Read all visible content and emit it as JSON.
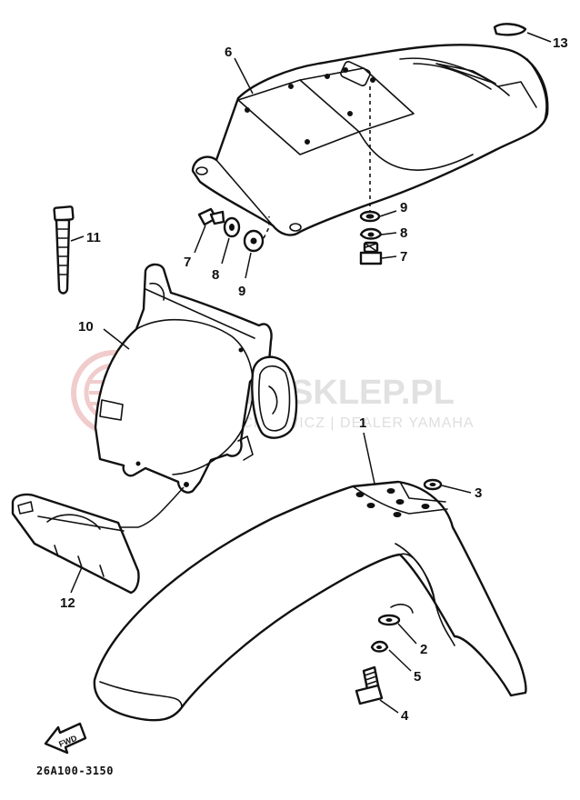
{
  "watermark": {
    "title": "YAMA-SKLEP.PL",
    "subtitle": "WOJCIECH ...WICZ | DEALER YAMAHA",
    "color": "#e3a1a1"
  },
  "callouts": {
    "p1": "1",
    "p2": "2",
    "p3": "3",
    "p4": "4",
    "p5": "5",
    "p6": "6",
    "p7a": "7",
    "p7b": "7",
    "p8a": "8",
    "p8b": "8",
    "p9a": "9",
    "p9b": "9",
    "p10": "10",
    "p11": "11",
    "p12": "12",
    "p13": "13"
  },
  "direction_badge": "FWD",
  "drawing_code": "26A100-3150"
}
